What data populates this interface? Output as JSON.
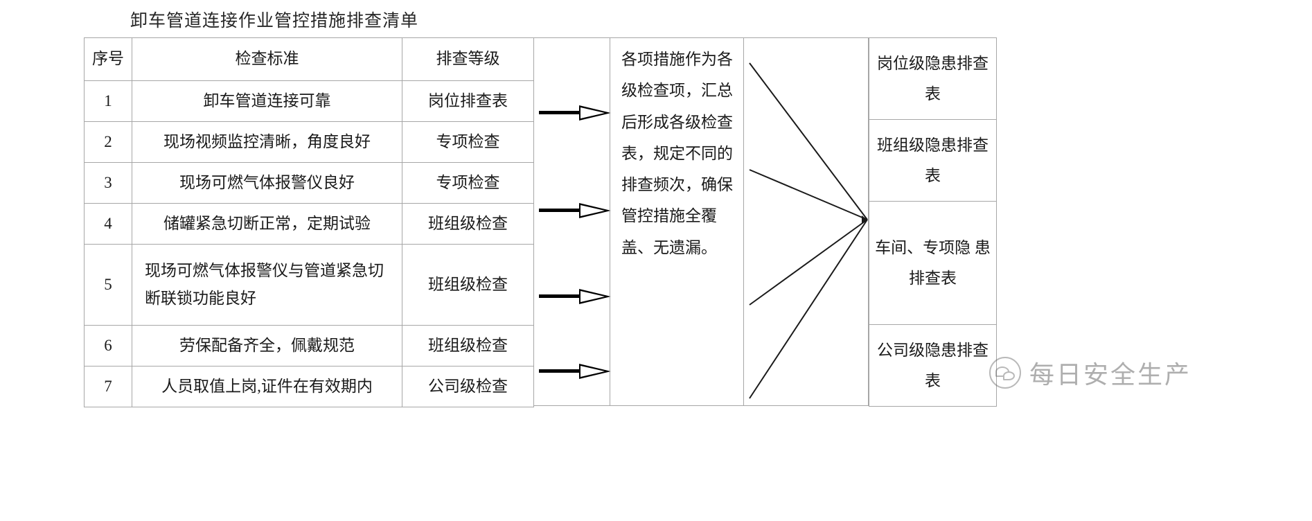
{
  "document": {
    "title": "卸车管道连接作业管控措施排查清单"
  },
  "checklist": {
    "headers": {
      "no": "序号",
      "standard": "检查标准",
      "level": "排查等级"
    },
    "rows": [
      {
        "no": "1",
        "standard": "卸车管道连接可靠",
        "level": "岗位排查表"
      },
      {
        "no": "2",
        "standard": "现场视频监控清晰，角度良好",
        "level": "专项检查"
      },
      {
        "no": "3",
        "standard": "现场可燃气体报警仪良好",
        "level": "专项检查"
      },
      {
        "no": "4",
        "standard": "储罐紧急切断正常，定期试验",
        "level": "班组级检查"
      },
      {
        "no": "5",
        "standard": "现场可燃气体报警仪与管道紧急切断联锁功能良好",
        "level": "班组级检查"
      },
      {
        "no": "6",
        "standard": "劳保配备齐全，佩戴规范",
        "level": "班组级检查"
      },
      {
        "no": "7",
        "standard": "人员取值上岗,证件在有效期内",
        "level": "公司级检查"
      }
    ]
  },
  "flow": {
    "arrow_icon": "arrow-right-icon",
    "arrow_count": 4,
    "narrative": "各项措施作为各级检查项，汇总后形成各级检查表，规定不同的排查频次，确保管控措施全覆盖、无遗漏。",
    "fan_icon": "fan-out-connector-icon"
  },
  "outputs": {
    "items": [
      {
        "label": "岗位级隐患排查表"
      },
      {
        "label": "班组级隐患排查表"
      },
      {
        "label": "车间、专项隐 患排查表"
      },
      {
        "label": "公司级隐患排查表"
      }
    ]
  },
  "watermark": {
    "icon": "wechat-official-account-icon",
    "text": "每日安全生产"
  }
}
